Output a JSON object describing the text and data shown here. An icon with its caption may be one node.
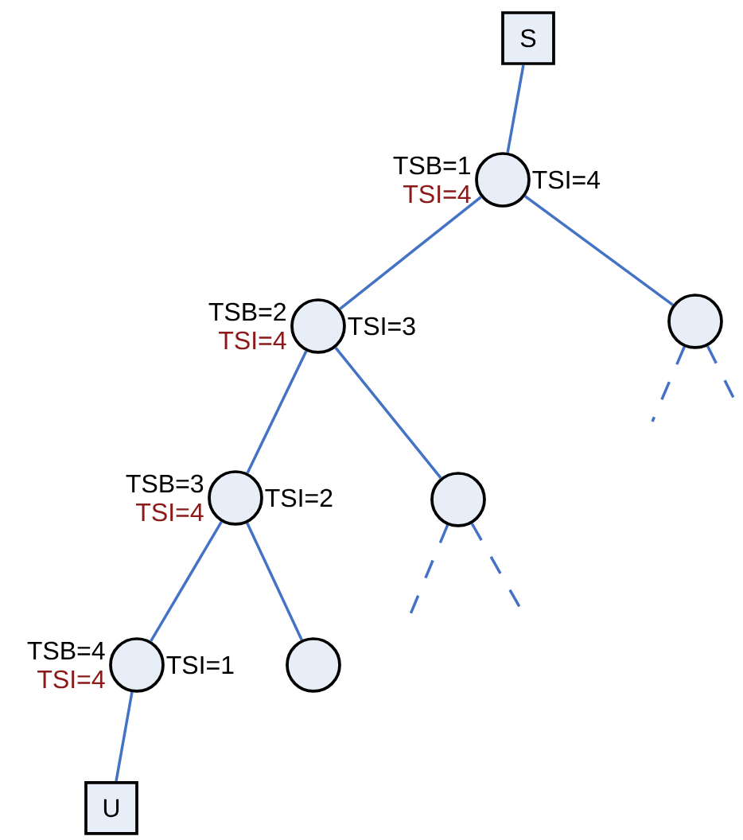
{
  "diagram": {
    "nodes": [
      {
        "text": [
          "S"
        ]
      },
      {
        "text": [],
        "shape": "circle",
        "beside": [
          "TSB=1",
          "TSI=4",
          "TSI=4"
        ]
      },
      {
        "text": [],
        "shape": "circle",
        "beside": [
          "TSB=2",
          "TSI=4",
          "TSI=3"
        ]
      },
      {
        "text": [],
        "shape": "circle"
      },
      {
        "text": [],
        "shape": "circle",
        "beside": [
          "TSB=3",
          "TSI=4",
          "TSI=2"
        ]
      },
      {
        "text": [],
        "shape": "circle"
      },
      {
        "text": [],
        "shape": "circle",
        "beside": [
          "TSB=4",
          "TSI=4",
          "TSI=1"
        ]
      },
      {
        "text": [],
        "shape": "circle"
      },
      {
        "text": [
          "U"
        ]
      }
    ],
    "edges": [
      {
        "from": 0,
        "to": 1,
        "arrow": "none"
      },
      {
        "from": 1,
        "to": 2,
        "arrow": "none"
      },
      {
        "from": 1,
        "to": 3,
        "arrow": "none"
      },
      {
        "from": 2,
        "to": 4,
        "arrow": "none"
      },
      {
        "from": 2,
        "to": 5,
        "arrow": "none"
      },
      {
        "from": 4,
        "to": 6,
        "arrow": "none"
      },
      {
        "from": 4,
        "to": 7,
        "arrow": "none"
      },
      {
        "from": 6,
        "to": 8,
        "arrow": "none"
      },
      {
        "from": 3,
        "to": null,
        "arrow": "none",
        "style": "dashed"
      },
      {
        "from": 3,
        "to": null,
        "arrow": "none",
        "style": "dashed"
      },
      {
        "from": 5,
        "to": null,
        "arrow": "none",
        "style": "dashed"
      },
      {
        "from": 5,
        "to": null,
        "arrow": "none",
        "style": "dashed"
      }
    ]
  }
}
